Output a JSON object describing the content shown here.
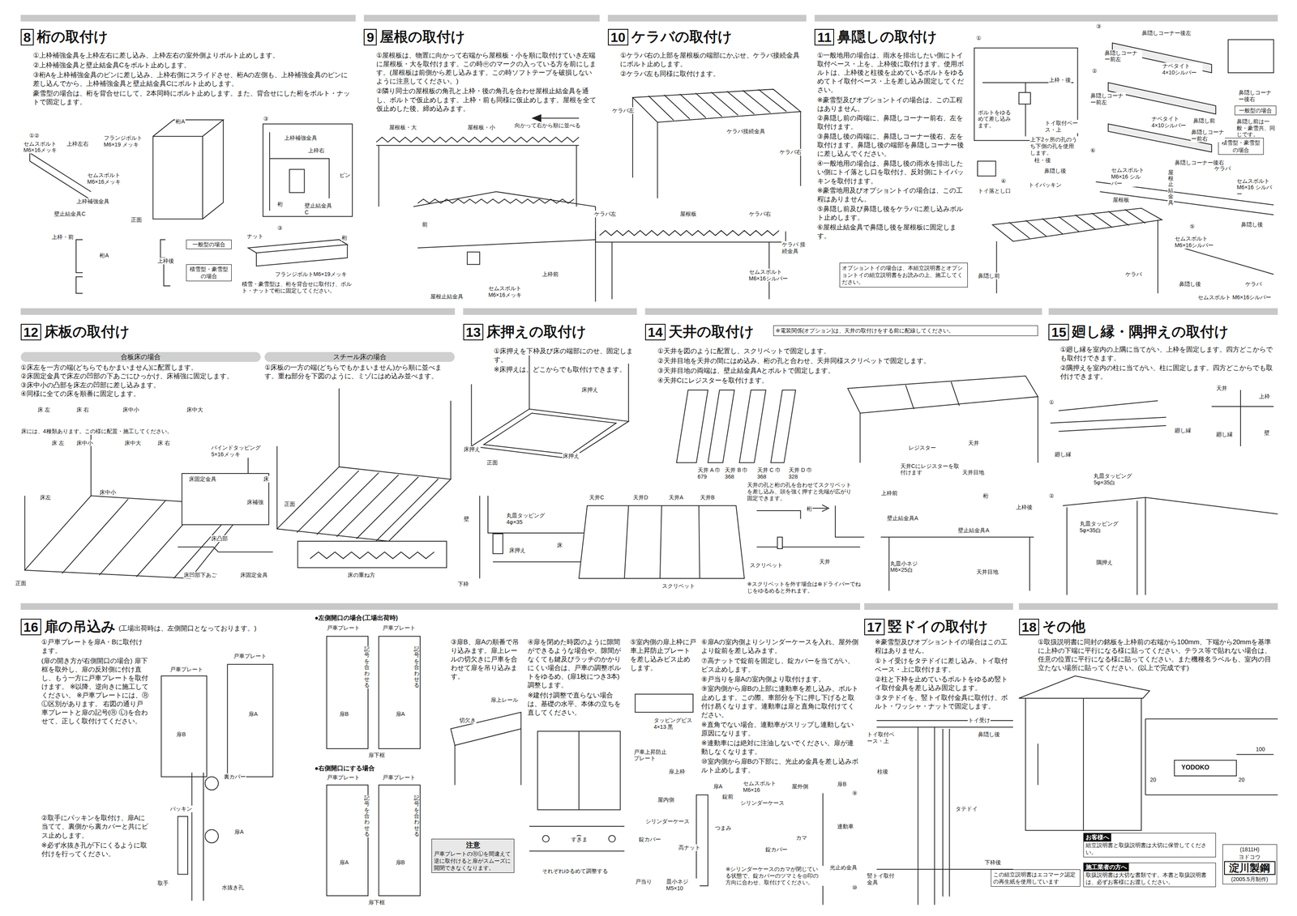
{
  "diagram": {
    "nodes": [
      {
        "text": [
          "8",
          "桁の取付け",
          "①上枠補強金具を上枠左右に差し込み、上枠左右の室外側よりボルト止めします。",
          "②上枠補強金具と壁止結金具Cをボルト止めします。",
          "③桁Aを上枠補強金具のピンに差し込み、上枠右側にスライドさせ、桁Aの左側も、上枠補強金具のピンに差し込んでから、上枠補強金具と壁止結金具Cにボルト止めします。",
          "豪雪型の場合は、桁を背合せにして、2本同時にボルト止めします。また、背合せにした桁をボルト・ナットで固定します。"
        ]
      },
      {
        "text": [
          "一般型の場合"
        ],
        "in": 0
      },
      {
        "text": [
          "積雪型・豪雪型の場合"
        ],
        "in": 0
      },
      {
        "text": [
          "9",
          "屋根の取付け",
          "①屋根板は、物置に向かって右端から屋根板・小を順に取付けていき左端に屋根板・大を取付けます。この時㊥のマークの入っている方を前にします。(屋根板は前側から差し込みます。この時ソフトテープを破損しないように注意してください。)",
          "②隣り同士の屋根板の角孔と上枠・後の角孔を合わせ屋根止結金具を通し、ボルトで仮止めします。上枠・前も同様に仮止めします。屋根を全て仮止めした後、締め込みます。"
        ]
      },
      {
        "text": [
          "10",
          "ケラバの取付け",
          "①ケラバ右の上部を屋根板の端部にかぶせ、ケラバ接続金具にボルト止めします。",
          "②ケラバ左も同様に取付けます。"
        ]
      },
      {
        "text": [
          "11",
          "鼻隠しの取付け",
          "①一般地用の場合は、雨水を排出したい側にトイ取付ベース・上を、上枠後に取付けます。使用ボルトは、上枠後と柱後を止めているボルトをゆるめてトイ取付ベース・上を差し込み固定してください。",
          "※豪雪型及びオプショントイの場合は、この工程はありません。",
          "②鼻隠し前の両端に、鼻隠しコーナー前右、左を取付けます。",
          "③鼻隠し後の両端に、鼻隠しコーナー後右、左を取付けます。鼻隠し後の端部を鼻隠しコーナー後に差し込んでください。",
          "④一般地用の場合は、鼻隠し後の雨水を排出したい側にトイ落とし口を取付け、反対側にトイパッキンを取付けます。",
          "※豪雪地用及びオプショントイの場合は、この工程はありません。",
          "⑤鼻隠し前及び鼻隠し後をケラバに差し込みボルト止めします。",
          "⑥屋根止結金具で鼻隠し後を屋根板に固定します。"
        ]
      },
      {
        "text": [
          "オプショントイの場合は、本組立説明書とオプショントイの組立説明書をお読みの上、施工してください。"
        ],
        "in": 5
      },
      {
        "text": [
          "一般型の場合"
        ],
        "in": 5
      },
      {
        "text": [
          "積雪型・豪雪型の場合"
        ],
        "in": 5
      },
      {
        "text": [
          "12",
          "床板の取付け"
        ]
      },
      {
        "text": [
          "合板床の場合",
          "①床左を一方の端(どちらでもかまいません)に配置します。",
          "②床固定金具で床左の凹部の下あごにひっかけ、床補強に固定します。",
          "③床中小の凸部を床左の凹部に差し込みます。",
          "④同様に全ての床を順番に固定します。"
        ],
        "in": 9
      },
      {
        "text": [
          "スチール床の場合",
          "①床板の一方の端(どちらでもかまいません)から順に並べます。重ね部分を下図のように、ミゾにはめ込み並べます。"
        ],
        "in": 9
      },
      {
        "text": [
          "13",
          "床押えの取付け",
          "①床押えを下枠及び床の端部にのせ、固定します。",
          "※床押えは、どこからでも取付けできます。"
        ]
      },
      {
        "text": [
          "14",
          "天井の取付け",
          "①天井を図のように配置し、スクリベットで固定します。",
          "②天井目地を天井の間にはめ込み、桁の孔と合わせ、天井同様スクリベットで固定します。",
          "③天井目地の両端は、壁止結金具Aとボルトで固定します。",
          "④天井Cにレジスターを取付けます。"
        ]
      },
      {
        "text": [
          "※電装関係(オプション)は、天井の取付けをする前に配線してください。"
        ],
        "in": 13
      },
      {
        "text": [
          "15",
          "廻し縁・隅押えの取付け",
          "①廻し縁を室内の上隅に当てがい、上枠を固定します。四方どこからでも取付けできます。",
          "②隅押えを室内の柱に当てがい、柱に固定します。四方どこからでも取付けできます。"
        ]
      },
      {
        "text": [
          "16",
          "扉の吊込み",
          "(工場出荷時は、左側開口となっております。)",
          "①戸車プレートを扉A・Bに取付けます。",
          "(扉の開き方が右側開口の場合) 扉下框を取外し、扉の反対側に付け直し、もう一方に戸車プレートを取付けます。 ※以降、逆向きに施工してください。 ※戸車プレートには、Ⓡ Ⓛ区別があります。 右図の通り戸車プレートと扉の記号(Ⓡ Ⓛ)を合わせて、正しく取付けてください。",
          "②取手にパッキンを取付け、扉Aに当てて、裏側から裏カバーと共にビス止めします。",
          "※必ず水抜き孔が下にくるように取付けを行ってください。",
          "③扉B、扉Aの順番で吊り込みます。扉上レールの切欠きに戸車を合わせて扉を吊り込みます。",
          "④扉を閉めた時図のように隙間ができるような場合や、隙間がなくても鍵及びラッチのかかりにくい場合は、戸車の調整ボルトをゆるめ、(扉1枚につき3本)調整します。",
          "※建付け調整で直らない場合は、基礎の水平、本体の立ちを直してください。",
          "⑤室内側の扉上枠に戸車上昇防止プレートを差し込みビス止めします。",
          "⑥扉Aの室内側よりシリンダーケースを入れ、屋外側より錠前を差し込みます。",
          "⑦高ナットで錠前を固定し、錠カバーを当てがい、ビス止めします。",
          "⑧戸当りを扉Aの室内側より取付けます。",
          "⑨室内側から扉Bの上部に連動車を差し込み、ボルト止めします。この際、車部分を下に押し下げると取付け易くなります。連動車は扉と直角に取付けてください。",
          "※直角でない場合、連動車がスリップし連動しない原因になります。",
          "※連動車には絶対に注油しないでください。扉が連動しなくなります。",
          "⑩室内側から扉Bの下部に、光止め金具を差し込みボルト止めします。"
        ]
      },
      {
        "text": [
          "注意",
          "戸車プレートのⓇⓁを間違えて逆に取付けると扉がスムーズに開閉できなくなります。"
        ],
        "in": 16
      },
      {
        "text": [
          "17",
          "竪ドイの取付け",
          "※豪雪型及びオプショントイの場合はこの工程はありません。",
          "①トイ受けをタテドイに差し込み、トイ取付ベース・上に取付けます。",
          "②柱と下枠を止めているボルトをゆるめ竪トイ取付金具を差し込み固定します。",
          "③タテドイを、竪トイ取付金具に取付け、ボルト・ワッシャ・ナットで固定します。"
        ]
      },
      {
        "text": [
          "18",
          "その他",
          "①取扱説明書に同封の銘板を上枠前の右端から100mm、下端から20mmを基準に上枠の下端に平行になる様に貼ってください。テラス等で貼れない場合は、任意の位置に平行になる様に貼ってください。また機種名ラベルも、室内の目立たない場所に貼ってください。(以上で完成です)"
        ]
      },
      {
        "text": [
          "お客様へ",
          "組立説明書と取扱説明書は大切に保管してください。"
        ],
        "in": 19
      },
      {
        "text": [
          "施工業者の方へ",
          "取扱説明書は大切な書類です。本書と取扱説明書は、必ずお客様にお渡しください。"
        ],
        "in": 19
      },
      {
        "text": [
          "この組立説明書はエコマーク認定の再生紙を使用しています"
        ],
        "in": 19
      },
      {
        "text": [
          "(1811H)",
          "ヨドコウ",
          "淀川製鋼",
          "(2005.5月制作)"
        ],
        "in": 19
      }
    ],
    "labels": [
      "①②",
      "セムスボルト M6×16メッキ",
      "上枠左右",
      "フランジボルト M6×19 メッキ",
      "桁A",
      "セムスボルト M6×16メッキ",
      "上枠補強金具",
      "壁止結金具C",
      "正面",
      "上枠・前",
      "桁A",
      "上枠後",
      "③",
      "上枠補強金具",
      "上枠右",
      "ピン",
      "桁",
      "壁止結金具C",
      "ナット",
      "③",
      "桁",
      "フランジボルトM6×19メッキ",
      "積雪・豪雪型は、桁を背合せに取付け、ボルト・ナットで桁に固定してください。",
      "屋根板・大",
      "屋根板・小",
      "向かって右から順に並べる",
      "前",
      "上枠前",
      "セムスボルト M6×16メッキ",
      "屋根止結金具",
      "ケラバ左",
      "ケラバ接続金具",
      "ケラバ右",
      "ケラバ左",
      "屋根板",
      "ケラバ右",
      "ケラバ 接続金具",
      "セムスボルト M6×16シルバー",
      "①",
      "上枠・後",
      "ボルトをゆるめて差し込みます。",
      "トイ取付ベース・上",
      "上下2ヶ所の孔のうち下側の孔を使用します。",
      "柱・後",
      "鼻隠し後",
      "④",
      "トイ落とし口",
      "トイパッキン",
      "③",
      "鼻隠しコーナー後左",
      "②",
      "鼻隠しコーナー前左",
      "ナベタイト 4×10シルバー",
      "鼻隠しコーナー後右",
      "鼻隠しコーナー前左",
      "ナベタイト 4×10シルバー",
      "鼻隠し前",
      "鼻隠しコーナー前右",
      "鼻隠し前は一般・豪雪共、同じです。",
      "鼻隠しコーナー後右",
      "⑥",
      "セムスボルト M6×16 シルバー",
      "屋根止結金具",
      "屋根板",
      "ケラバ",
      "セムスボルト M6×16 シルバー",
      "鼻隠し後",
      "⑤",
      "セムスボルト M6×16シルバー",
      "ケラバ",
      "鼻隠し前",
      "鼻隠し後",
      "ケラバ",
      "セムスボルト M6×16シルバー",
      "床 左",
      "床 右",
      "床中小",
      "床中大",
      "床には、4種類あります。この様に配置・施工してください。",
      "床 左",
      "床中小",
      "床中大",
      "床 右",
      "バインドタッピング 5×16メッキ",
      "床",
      "床固定金具",
      "床中小",
      "床補強",
      "床左",
      "正面",
      "床凸部",
      "床凹部下あご",
      "床固定金具",
      "正面",
      "床の重ね方",
      "床押え",
      "床押え",
      "正面",
      "床押え",
      "丸皿タッピング 4φ×35",
      "壁",
      "床押え",
      "床",
      "下枠",
      "天井 A 巾679",
      "天井 B 巾368",
      "天井 C 巾368",
      "天井 D 巾328",
      "天井C",
      "天井D",
      "天井A",
      "天井B",
      "スクリベット",
      "レジスター",
      "天井",
      "天井Cにレジスターを取付けます",
      "天井目地",
      "天井の孔と桁の孔を合わせてスクリベットを差し込み、頭を強く押すと先端が広がり固定できます。",
      "桁",
      "スクリベット",
      "天井",
      "※スクリベットを外す場合は⊕ドライバーでねじをゆるめると外れます。",
      "上枠前",
      "壁止結金具A",
      "丸皿小ネジ M6×25白",
      "桁",
      "上枠後",
      "壁止結金具A",
      "天井目地",
      "①",
      "天井",
      "上枠",
      "廻し縁",
      "廻し縁",
      "壁",
      "廻し縁",
      "丸皿タッピング 5φ×35白",
      "②",
      "丸皿タッピング 5φ×35白",
      "隅押え",
      "●左側開口の場合(工場出荷時)",
      "戸車プレート",
      "戸車プレート",
      "扉B",
      "扉A",
      "戸車プレート",
      "戸車プレート",
      "記号を合わせる",
      "記号を合わせる",
      "扉B",
      "扉A",
      "扉下框",
      "●右側開口にする場合",
      "戸車プレート",
      "戸車プレート",
      "記号を合わせる",
      "記号を合わせる",
      "扉A",
      "扉B",
      "扉下框",
      "裏カバー",
      "パッキン",
      "扉A",
      "取手",
      "水抜き孔",
      "扉上レール",
      "切欠き",
      "すきま",
      "それぞれゆるめて調整する",
      "タッピングビス 4×13 黒",
      "戸車上昇防止プレート",
      "扉上枠",
      "扉A",
      "錠前",
      "屋内側",
      "シリンダーケース",
      "錠カバー",
      "高ナット",
      "戸当り",
      "皿小ネジ M5×10",
      "つまみ",
      "セムスボルト M6×16",
      "屋外側",
      "シリンダーケース",
      "錠カバー",
      "カマ",
      "※シリンダーケースのカマが閉じている状態で、錠カバーのツマミを◎印の方向に合わせ、取付けてください。",
      "扉B",
      "⑨",
      "連動車",
      "光止め金具",
      "⑩",
      "トイ受け",
      "鼻隠し後",
      "トイ取付ベース・上",
      "柱後",
      "タテドイ",
      "下枠後",
      "竪トイ取付金具",
      "YODOKO",
      "100",
      "20",
      "20"
    ]
  }
}
